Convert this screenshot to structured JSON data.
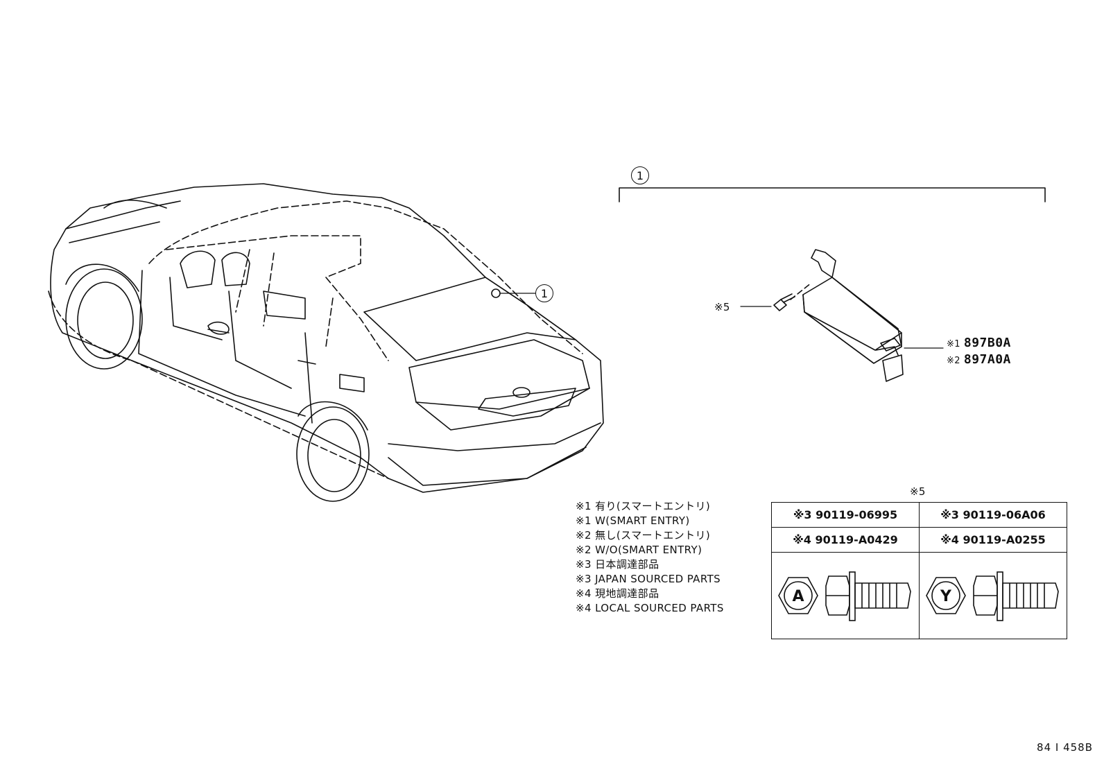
{
  "callout_main": "1",
  "callout_car": "1",
  "screw_note": "※5",
  "module_parts": [
    {
      "note": "※1",
      "part": "897B0A"
    },
    {
      "note": "※2",
      "part": "897A0A"
    }
  ],
  "legend": [
    "※1 有り(スマートエントリ)",
    "※1 W(SMART ENTRY)",
    "※2 無し(スマートエントリ)",
    "※2 W/O(SMART ENTRY)",
    "※3  日本調達部品",
    "※3  JAPAN SOURCED PARTS",
    "※4  現地調達部品",
    "※4  LOCAL SOURCED PARTS"
  ],
  "bolt_table": {
    "title": "※5",
    "rows": [
      [
        "※3  90119-06995",
        "※3  90119-06A06"
      ],
      [
        "※4  90119-A0429",
        "※4  90119-A0255"
      ]
    ],
    "head_marks": [
      "A",
      "Y"
    ]
  },
  "diagram_number": "84 I 458B"
}
